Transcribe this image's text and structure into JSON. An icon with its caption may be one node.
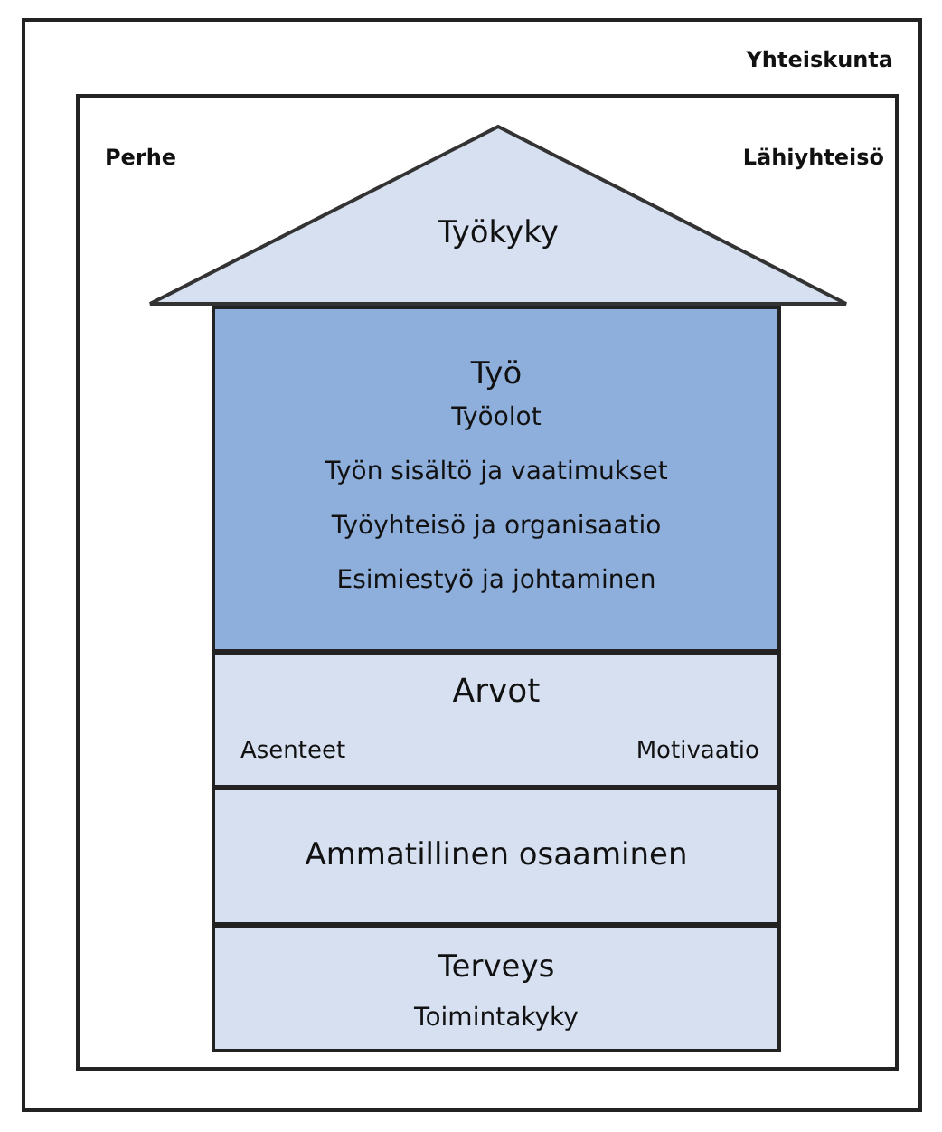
{
  "diagram": {
    "nodes": [
      {
        "text": [
          "Yhteiskunta"
        ]
      },
      {
        "text": [
          "Perhe",
          "Lähiyhteisö"
        ],
        "in": 0
      },
      {
        "text": [
          "Työkyky"
        ],
        "in": 1
      },
      {
        "text": [
          "Työ",
          "Työolot",
          "Työn sisältö ja vaatimukset",
          "Työyhteisö ja organisaatio",
          "Esimiestyö ja johtaminen"
        ],
        "in": 1
      },
      {
        "text": [
          "Arvot",
          "Asenteet",
          "Motivaatio"
        ],
        "in": 1
      },
      {
        "text": [
          "Ammatillinen osaaminen"
        ],
        "in": 1
      },
      {
        "text": [
          "Terveys",
          "Toimintakyky"
        ],
        "in": 1
      }
    ]
  }
}
